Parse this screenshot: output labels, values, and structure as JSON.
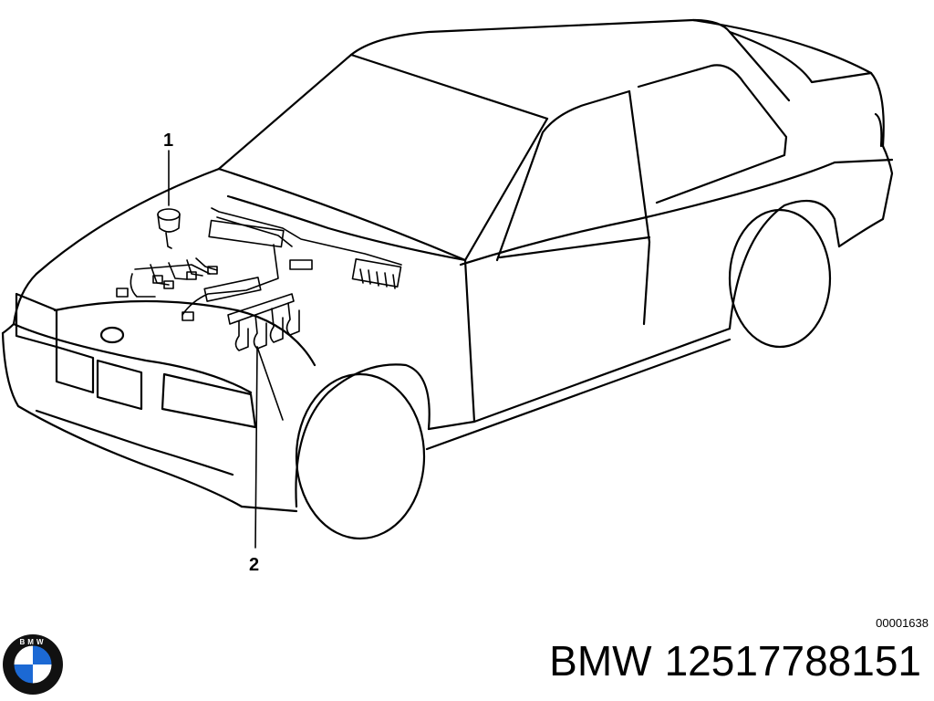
{
  "diagram": {
    "callouts": [
      {
        "number": "1"
      },
      {
        "number": "2"
      }
    ],
    "reference_id": "00001638"
  },
  "footer": {
    "brand": "BMW",
    "part_number": "12517788151",
    "logo_icon": "bmw-roundel-icon",
    "logo_letters": "BMW",
    "logo_colors": {
      "blue": "#1c69d4",
      "ring": "#111111",
      "white": "#ffffff"
    }
  }
}
